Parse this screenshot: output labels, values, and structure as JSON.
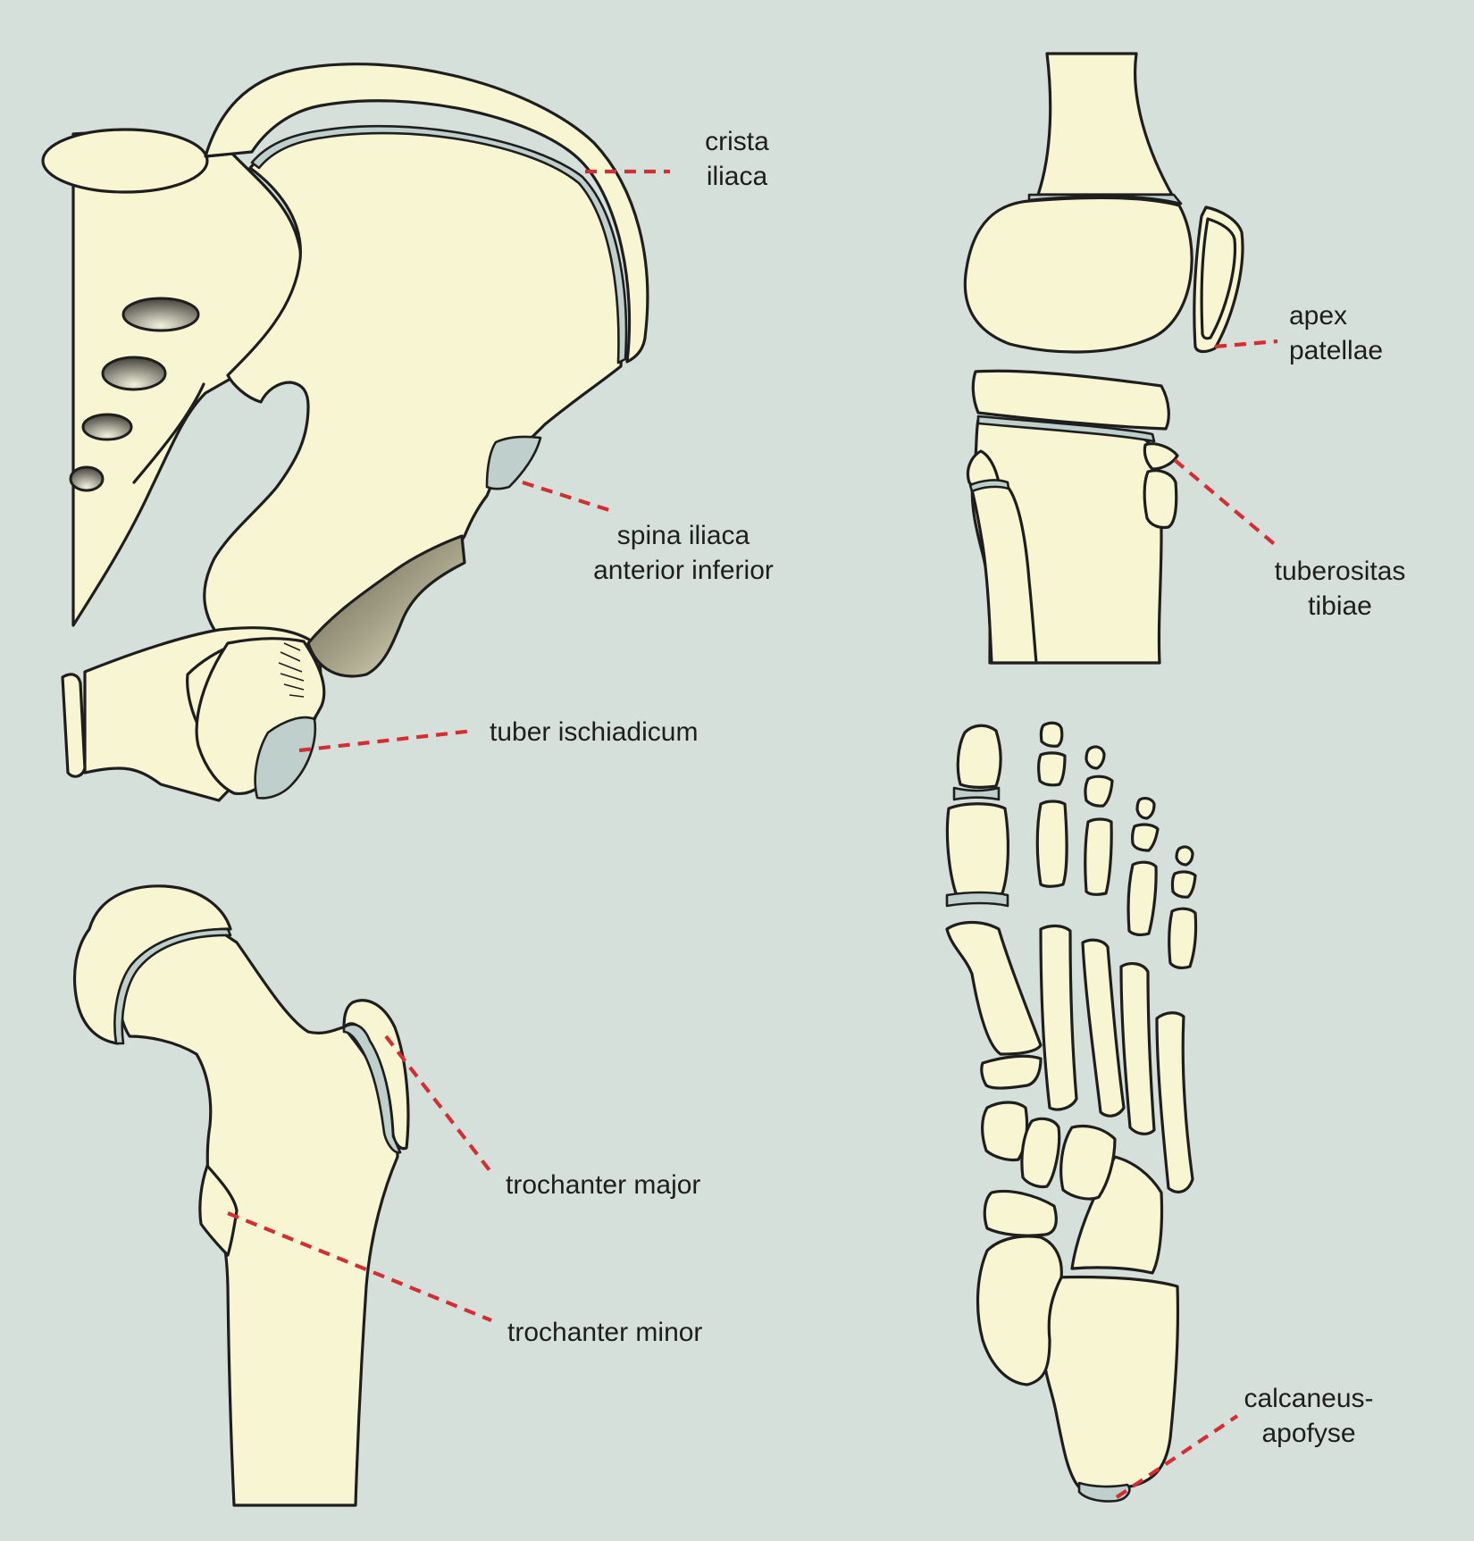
{
  "colors": {
    "background": "#d6e0da",
    "bone_fill": "#f8f6d2",
    "outline": "#1e1e1e",
    "leader_line": "#d42e34",
    "growth_plate": "#bfcfcc"
  },
  "panels": {
    "pelvis": {
      "labels": {
        "crista_iliaca": [
          "crista",
          "iliaca"
        ],
        "spina_iliaca_anterior_inferior": [
          "spina iliaca",
          "anterior inferior"
        ],
        "tuber_ischiadicum": "tuber ischiadicum"
      }
    },
    "knee": {
      "labels": {
        "apex_patellae": [
          "apex",
          "patellae"
        ],
        "tuberositas_tibiae": [
          "tuberositas",
          "tibiae"
        ]
      }
    },
    "femur": {
      "labels": {
        "trochanter_major": "trochanter major",
        "trochanter_minor": "trochanter minor"
      }
    },
    "foot": {
      "labels": {
        "calcaneus_apofyse": [
          "calcaneus-",
          "apofyse"
        ]
      }
    }
  }
}
